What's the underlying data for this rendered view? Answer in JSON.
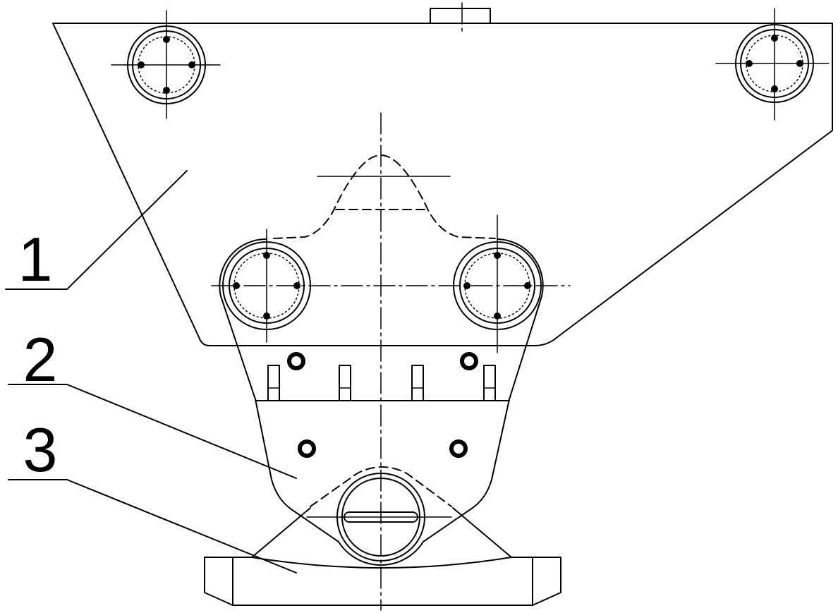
{
  "colors": {
    "line": "#000000",
    "background": "#ffffff"
  },
  "labels": {
    "part_1": "1",
    "part_2": "2",
    "part_3": "3"
  }
}
